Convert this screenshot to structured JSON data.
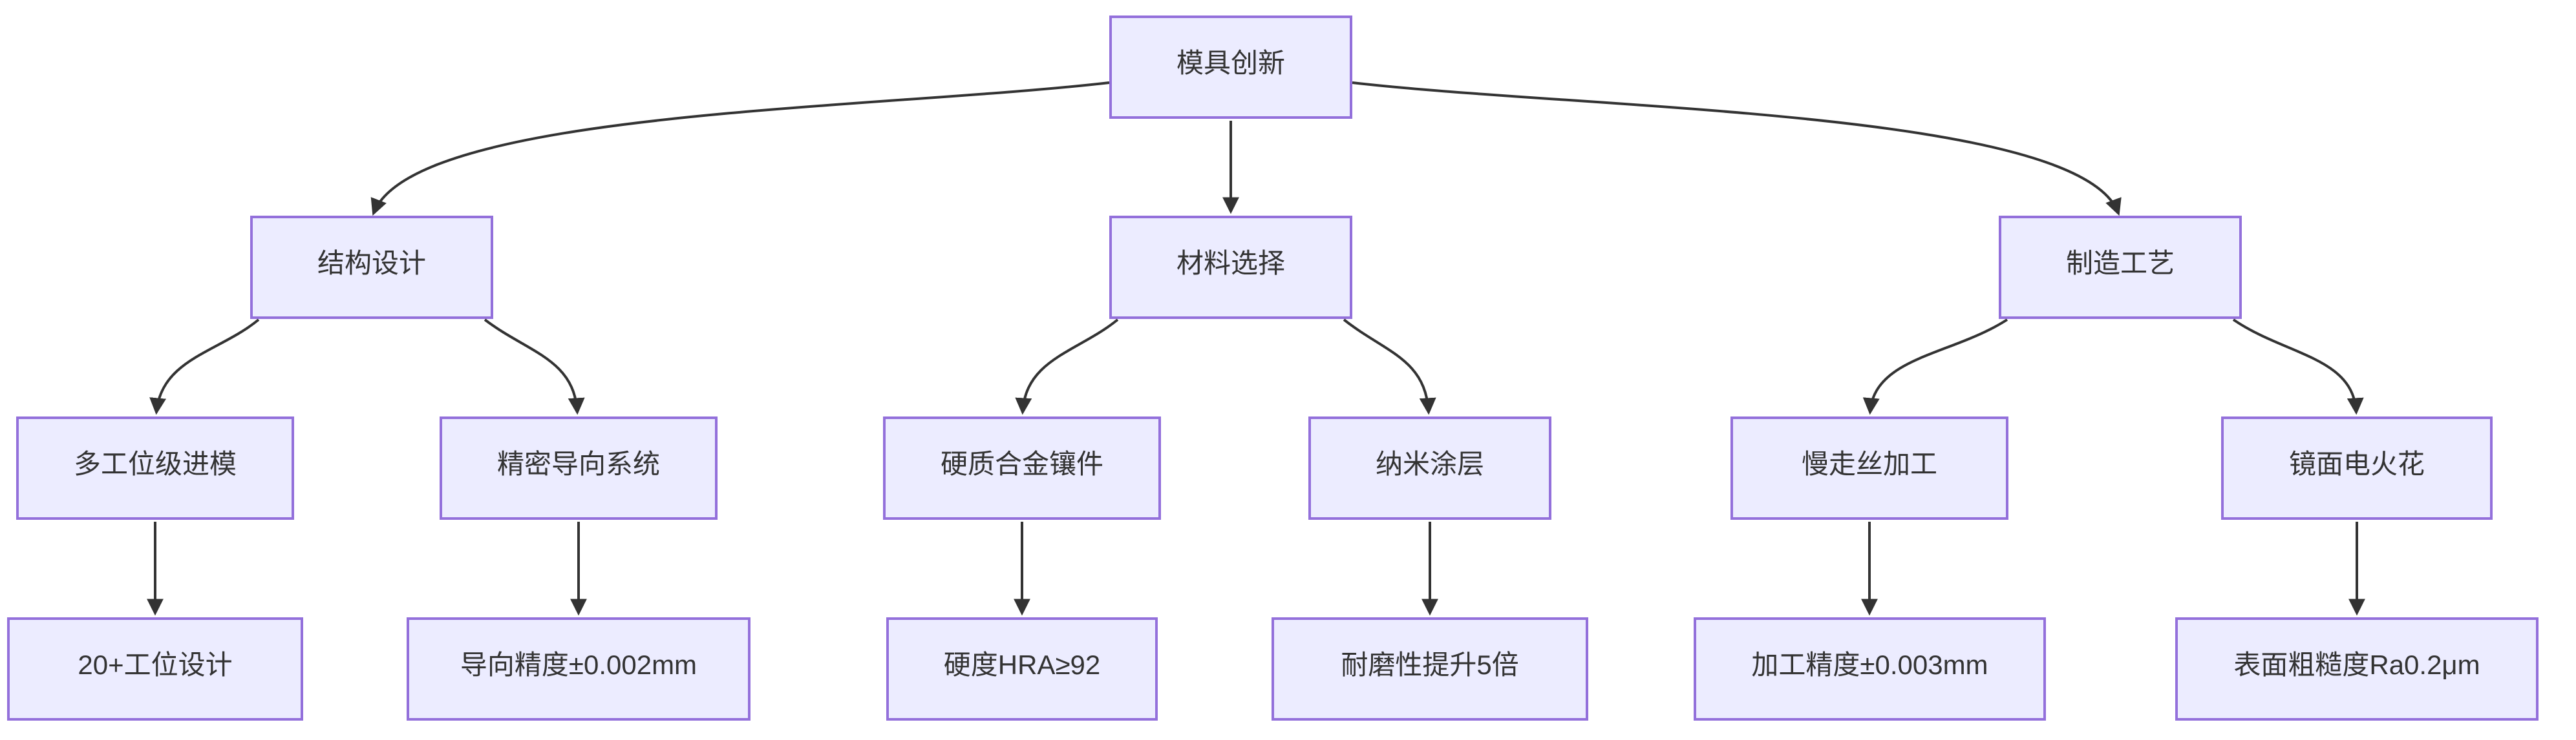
{
  "diagram": {
    "type": "flowchart-top-down",
    "root_id": "root",
    "nodes": {
      "root": {
        "label": "模具创新"
      },
      "structure": {
        "label": "结构设计"
      },
      "material": {
        "label": "材料选择"
      },
      "process": {
        "label": "制造工艺"
      },
      "multi_station": {
        "label": "多工位级进模"
      },
      "guide_system": {
        "label": "精密导向系统"
      },
      "carbide_insert": {
        "label": "硬质合金镶件"
      },
      "nano_coating": {
        "label": "纳米涂层"
      },
      "wire_edm": {
        "label": "慢走丝加工"
      },
      "mirror_edm": {
        "label": "镜面电火花"
      },
      "stations_spec": {
        "label": "20+工位设计"
      },
      "guide_spec": {
        "label": "导向精度±0.002mm"
      },
      "hardness_spec": {
        "label": "硬度HRA≥92"
      },
      "wear_spec": {
        "label": "耐磨性提升5倍"
      },
      "accuracy_spec": {
        "label": "加工精度±0.003mm"
      },
      "roughness_spec": {
        "label": "表面粗糙度Ra0.2μm"
      }
    },
    "edges": [
      {
        "from": "root",
        "to": "structure"
      },
      {
        "from": "root",
        "to": "material"
      },
      {
        "from": "root",
        "to": "process"
      },
      {
        "from": "structure",
        "to": "multi_station"
      },
      {
        "from": "structure",
        "to": "guide_system"
      },
      {
        "from": "material",
        "to": "carbide_insert"
      },
      {
        "from": "material",
        "to": "nano_coating"
      },
      {
        "from": "process",
        "to": "wire_edm"
      },
      {
        "from": "process",
        "to": "mirror_edm"
      },
      {
        "from": "multi_station",
        "to": "stations_spec"
      },
      {
        "from": "guide_system",
        "to": "guide_spec"
      },
      {
        "from": "carbide_insert",
        "to": "hardness_spec"
      },
      {
        "from": "nano_coating",
        "to": "wear_spec"
      },
      {
        "from": "wire_edm",
        "to": "accuracy_spec"
      },
      {
        "from": "mirror_edm",
        "to": "roughness_spec"
      }
    ],
    "colors": {
      "node_fill": "#ECECFF",
      "node_border": "#9370DB",
      "edge": "#333333",
      "text": "#333333",
      "background": "#FFFFFF"
    }
  }
}
